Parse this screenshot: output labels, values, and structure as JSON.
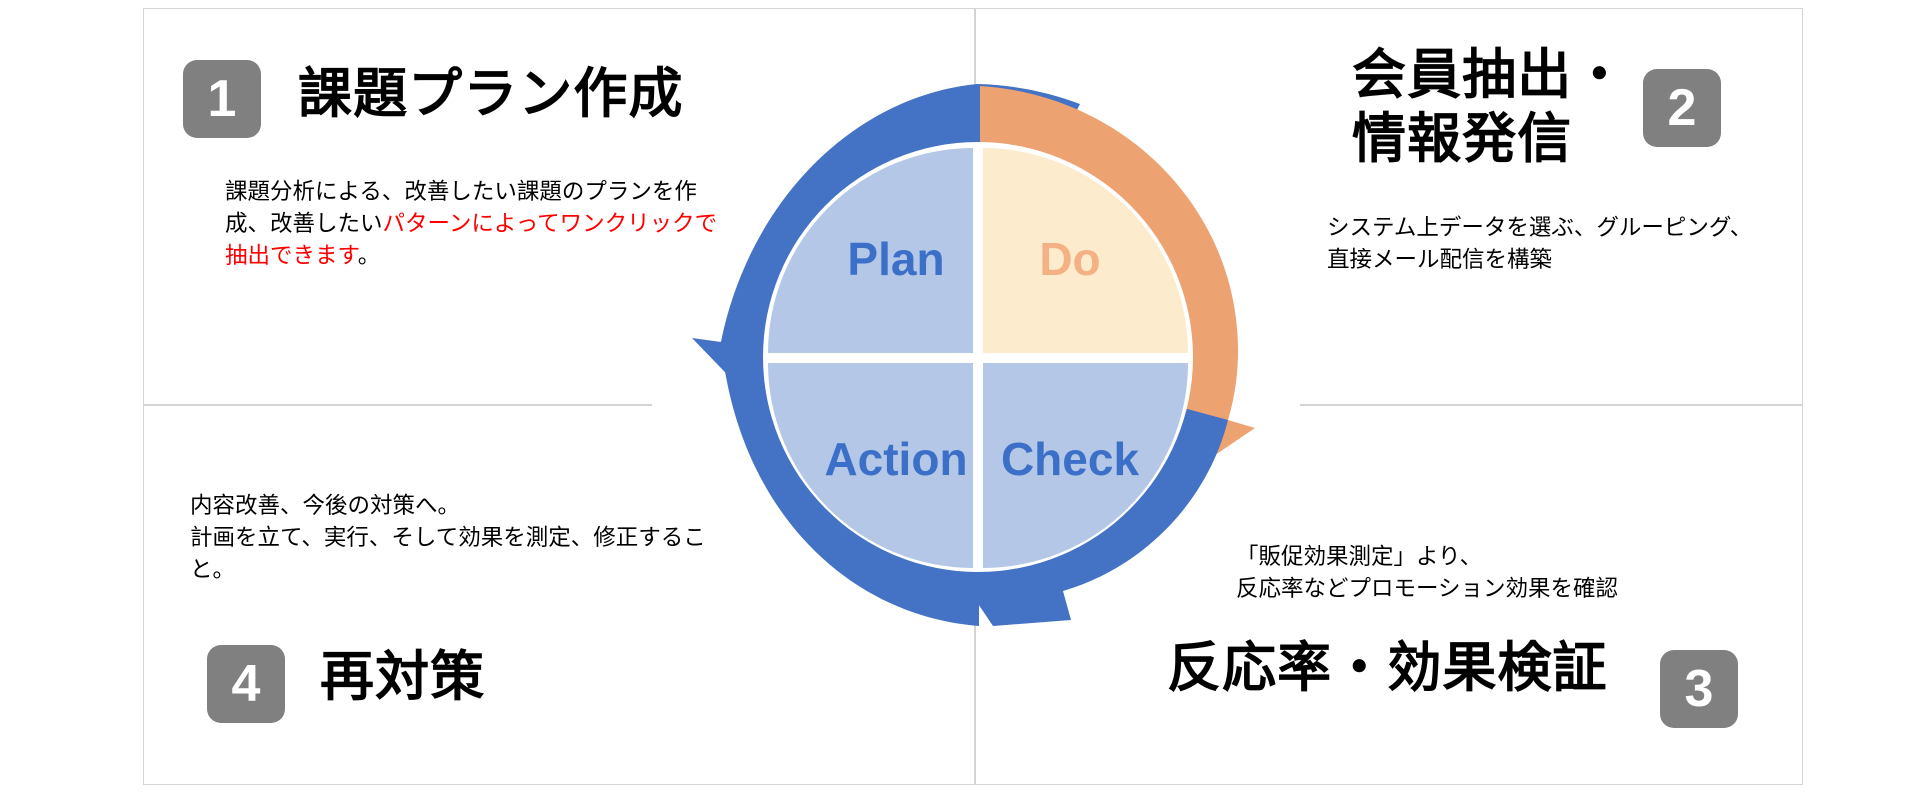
{
  "slide": {
    "title_semantic": "PDCA cycle marketing process diagram"
  },
  "colors": {
    "badge_gray": "#808080",
    "frame_border": "#d4d4d4",
    "arrow_blue": "#4472C4",
    "arrow_orange": "#EDA272",
    "quad_blue_fill": "#B4C7E7",
    "quad_cream_fill": "#FCEBCD",
    "label_blue": "#3B6FC8",
    "label_orange": "#F4B183",
    "highlight_red": "#ff0000"
  },
  "quadrants": [
    {
      "number": "1",
      "heading": "課題プラン作成",
      "body_black_1": "課題分析による、改善したい課題のプランを作\n成、改善したい",
      "body_red": "パターンによってワンクリックで\n抽出できます",
      "body_black_2": "。"
    },
    {
      "number": "2",
      "heading": "会員抽出・\n情報発信",
      "body": "システム上データを選ぶ、グルーピング、\n直接メール配信を構築"
    },
    {
      "number": "3",
      "heading": "反応率・効果検証",
      "body": "「販促効果測定」より、\n反応率などプロモーション効果を確認"
    },
    {
      "number": "4",
      "heading": "再対策",
      "body": "内容改善、今後の対策へ。\n計画を立て、実行、そして効果を測定、修正すること。"
    }
  ],
  "wheel": {
    "labels": [
      {
        "key": "plan",
        "text": "Plan",
        "position": "top-left",
        "color": "#3B6FC8"
      },
      {
        "key": "do",
        "text": "Do",
        "position": "top-right",
        "color": "#F4B183"
      },
      {
        "key": "action",
        "text": "Action",
        "position": "bottom-left",
        "color": "#3B6FC8"
      },
      {
        "key": "check",
        "text": "Check",
        "position": "bottom-right",
        "color": "#3B6FC8"
      }
    ],
    "arrows": [
      {
        "key": "arrow-plan-to-do",
        "color": "#4472C4",
        "from": "left",
        "to": "top"
      },
      {
        "key": "arrow-do-to-check",
        "color": "#EDA272",
        "from": "top",
        "to": "right"
      },
      {
        "key": "arrow-check-to-action",
        "color": "#4472C4",
        "from": "right",
        "to": "bottom"
      },
      {
        "key": "arrow-action-to-plan",
        "color": "#4472C4",
        "from": "bottom",
        "to": "left"
      }
    ]
  }
}
